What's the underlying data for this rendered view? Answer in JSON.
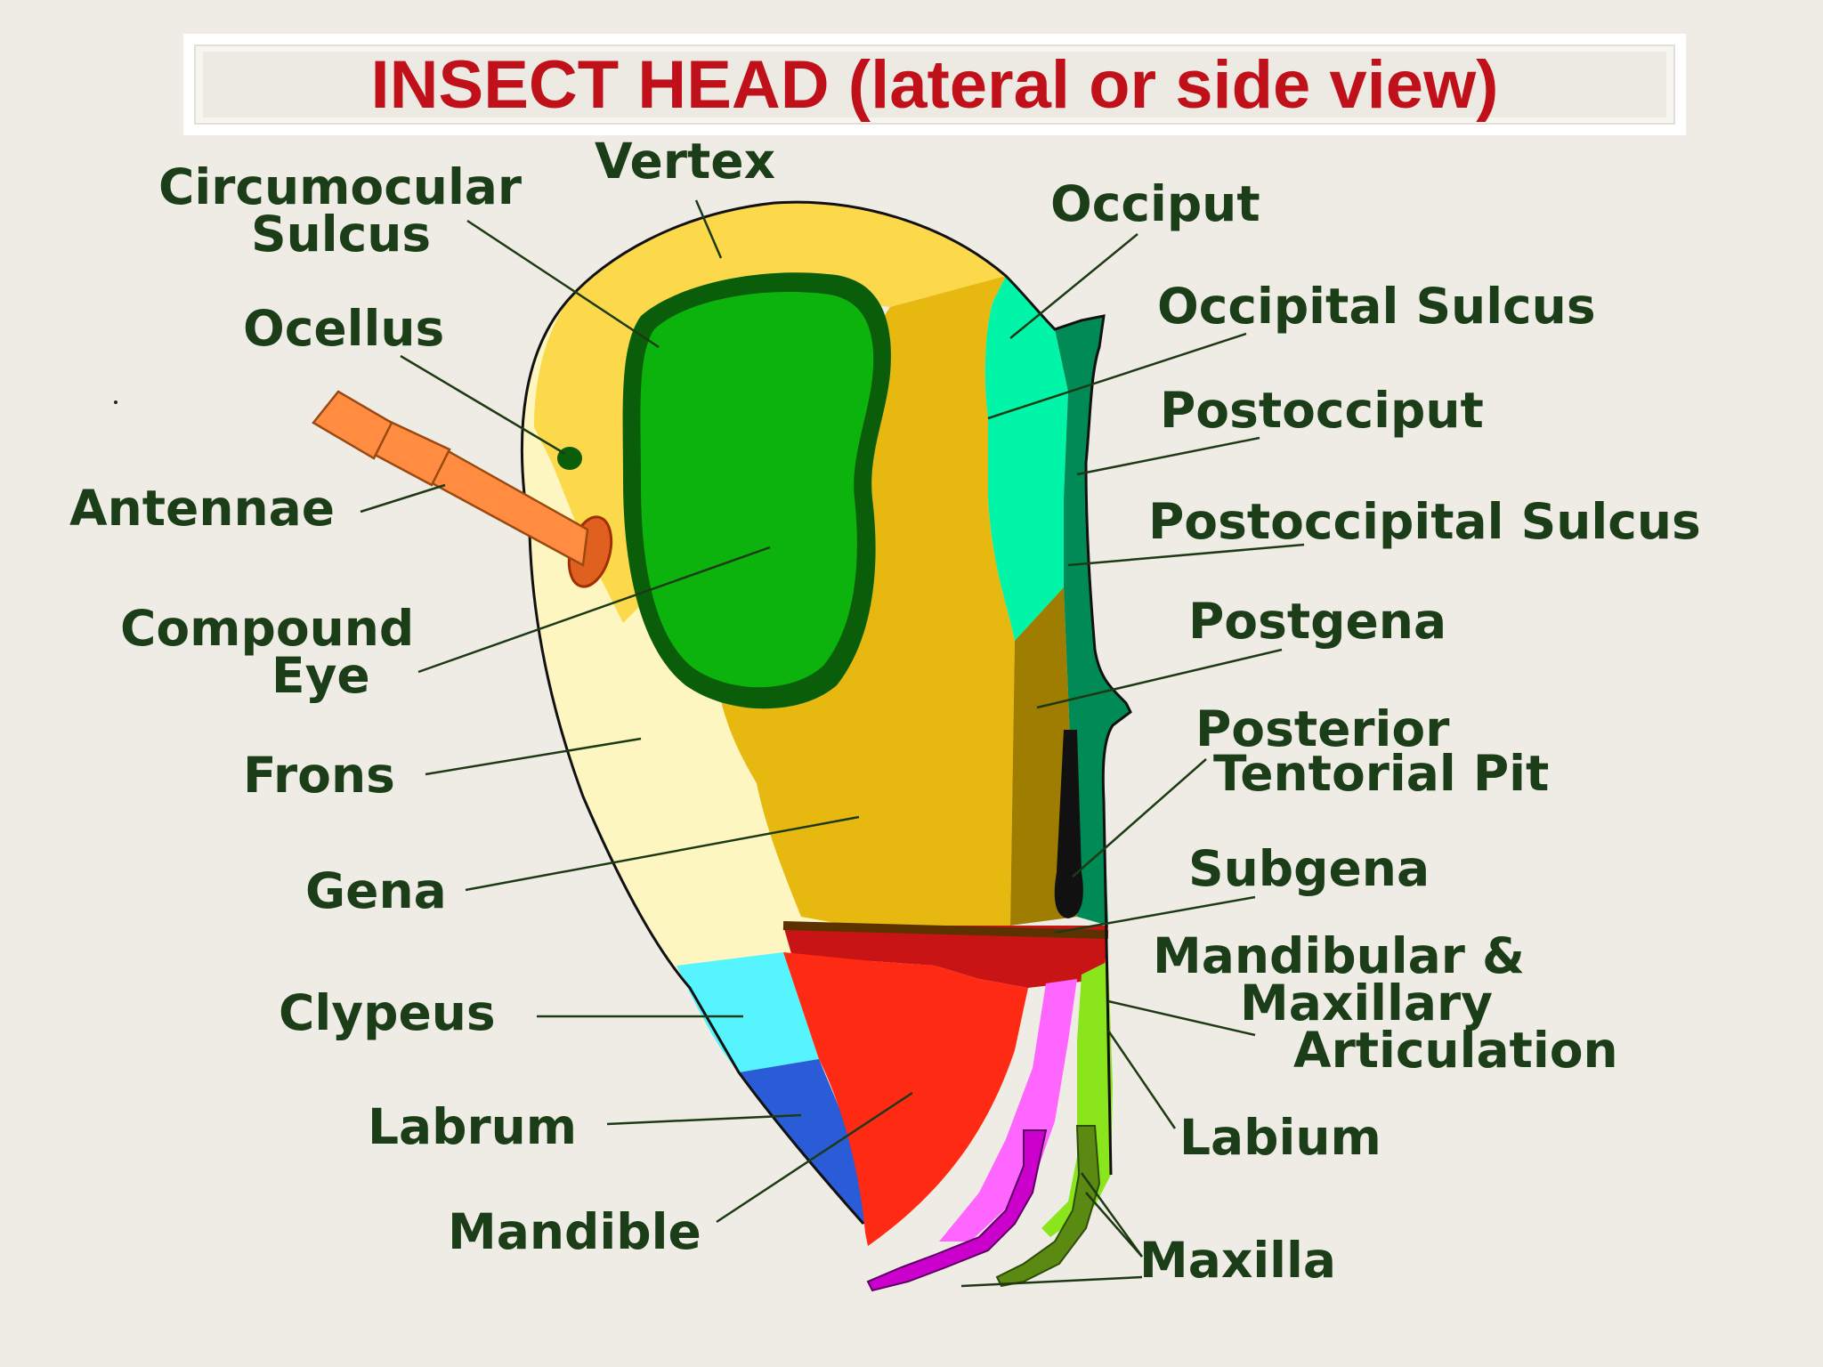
{
  "title": "INSECT HEAD (lateral or side view)",
  "labels": {
    "circumocular_line1": "Circumocular",
    "circumocular_line2": "Sulcus",
    "vertex": "Vertex",
    "occiput": "Occiput",
    "occipital_sulcus": "Occipital Sulcus",
    "ocellus": "Ocellus",
    "postocciput": "Postocciput",
    "antennae": "Antennae",
    "postoccipital_sulcus": "Postoccipital Sulcus",
    "compound_eye_line1": "Compound",
    "compound_eye_line2": "Eye",
    "postgena": "Postgena",
    "posterior_tentorial_line1": "Posterior",
    "posterior_tentorial_line2": "Tentorial Pit",
    "frons": "Frons",
    "subgena": "Subgena",
    "gena": "Gena",
    "articulation_line1": "Mandibular &",
    "articulation_line2": "Maxillary",
    "articulation_line3": "Articulation",
    "clypeus": "Clypeus",
    "labium": "Labium",
    "labrum": "Labrum",
    "mandible": "Mandible",
    "maxilla": "Maxilla"
  },
  "colors": {
    "title": "#c0111a",
    "label_text": "#1b3d17",
    "vertex": "#fcd94a",
    "frons": "#fdf6c0",
    "gena": "#e6b810",
    "compound_eye": "#0db30d",
    "compound_eye_rim": "#0a5e0a",
    "occiput": "#00f5a8",
    "postocciput": "#008a55",
    "postgena": "#9e7d00",
    "clypeus": "#55f4ff",
    "labrum": "#2a5cd8",
    "mandible": "#ff2a14",
    "subgena": "#c81414",
    "maxilla": "#ff66ff",
    "labium": "#8be51c",
    "antenna": "#ff8c40"
  }
}
